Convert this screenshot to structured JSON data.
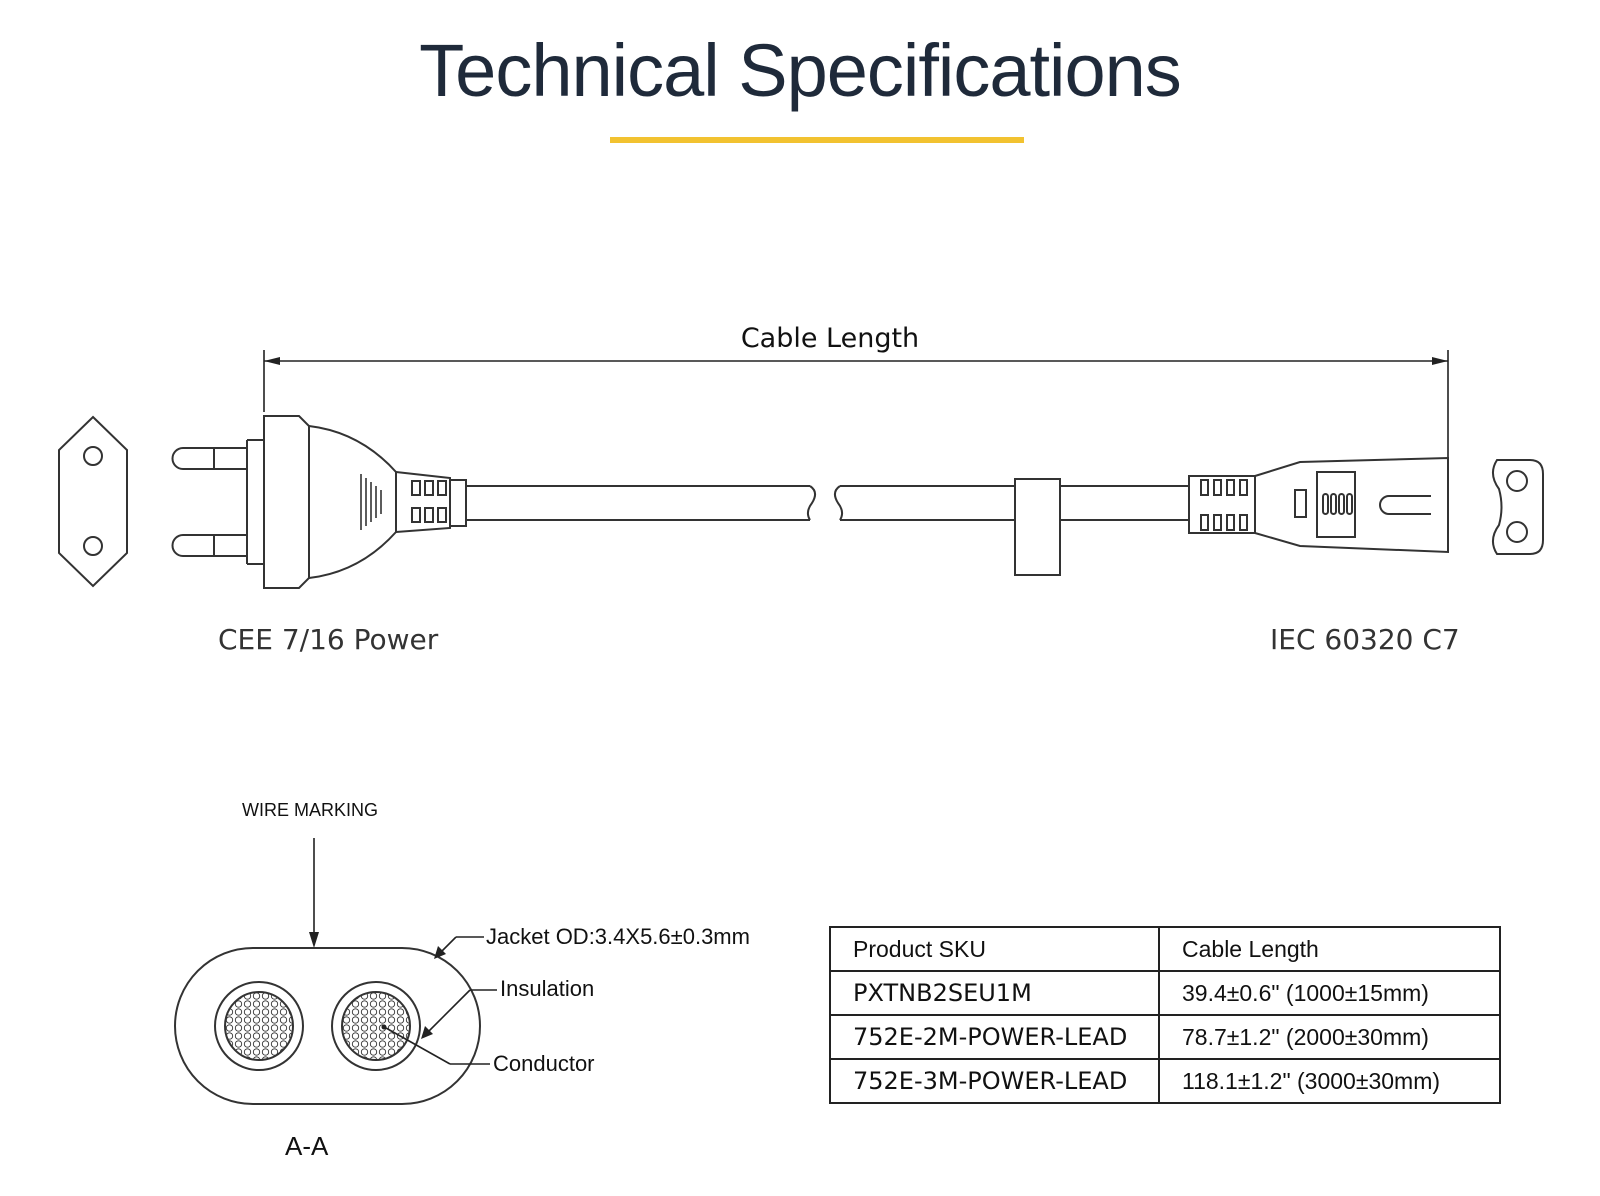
{
  "header": {
    "title": "Technical Specifications",
    "accent_color": "#f2c230"
  },
  "cable_diagram": {
    "dimension_label": "Cable Length",
    "left_connector_label": "CEE 7/16 Power",
    "right_connector_label": "IEC 60320 C7",
    "left_plug_icon": "cee-7-16-plug-icon",
    "right_plug_icon": "iec-c7-connector-icon"
  },
  "cross_section": {
    "wire_marking": "WIRE MARKING",
    "jacket": "Jacket OD:3.4X5.6±0.3mm",
    "insulation": "Insulation",
    "conductor": "Conductor",
    "section_label": "A-A"
  },
  "spec_table": {
    "headers": [
      "Product SKU",
      "Cable Length"
    ],
    "rows": [
      {
        "sku": "PXTNB2SEU1M",
        "length": "39.4±0.6\" (1000±15mm)"
      },
      {
        "sku": "752E-2M-POWER-LEAD",
        "length": "78.7±1.2\" (2000±30mm)"
      },
      {
        "sku": "752E-3M-POWER-LEAD",
        "length": "118.1±1.2\" (3000±30mm)"
      }
    ]
  }
}
